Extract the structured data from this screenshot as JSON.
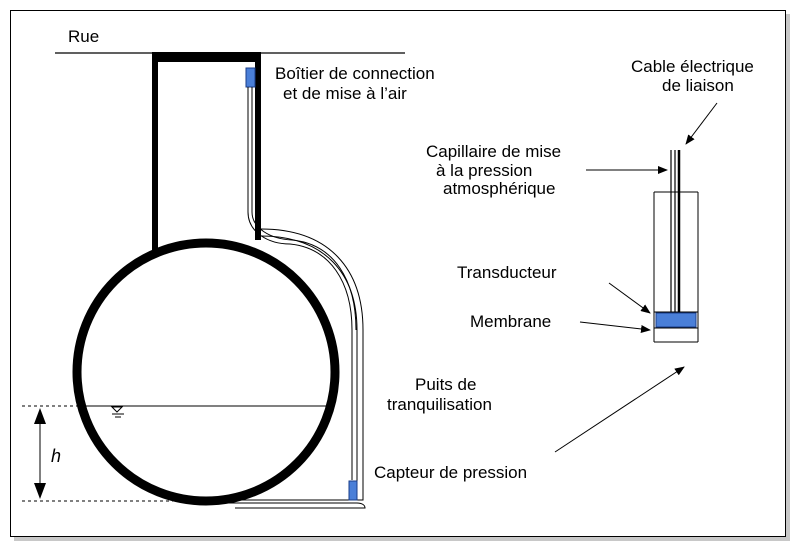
{
  "labels": {
    "street": "Rue",
    "junction_box_line1": "Boîtier de connection",
    "junction_box_line2": "et de mise à l’air",
    "cable_line1": "Cable électrique",
    "cable_line2": "de liaison",
    "capillary_line1": "Capillaire de mise",
    "capillary_line2": "à la pression",
    "capillary_line3": "atmosphérique",
    "transducer": "Transducteur",
    "membrane": "Membrane",
    "stilling_well_line1": "Puits de",
    "stilling_well_line2": "tranquilisation",
    "pressure_sensor": "Capteur de pression",
    "height_symbol": "h"
  },
  "colors": {
    "device_fill": "#4a7fd8",
    "device_stroke": "#1a3e8a",
    "line": "#000000",
    "frame_shadow": "#c8c8c8"
  },
  "icons": {
    "water_level": "water-surface-symbol",
    "arrow": "arrowhead"
  }
}
